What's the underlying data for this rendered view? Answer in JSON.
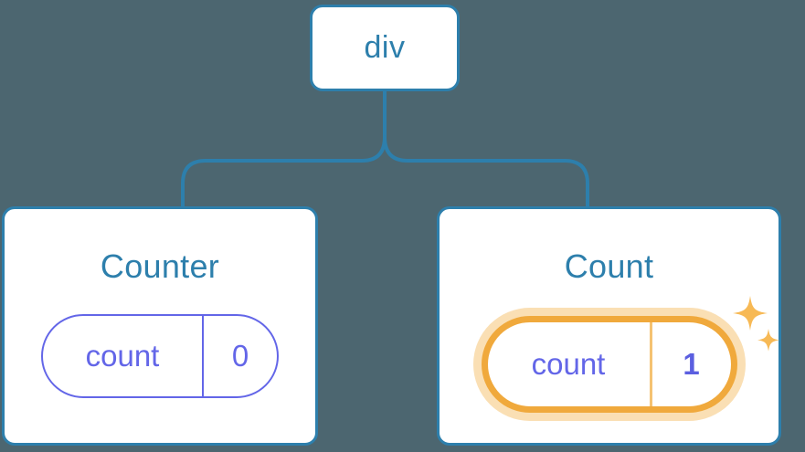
{
  "theme": {
    "background": "#4c6670",
    "node_border": "#2d7fac",
    "node_text": "#2d7fac",
    "connector": "#2d7fac",
    "pill_border": "#6366e8",
    "pill_text": "#6366e8",
    "highlight_border": "#f0a93c",
    "highlight_glow": "#fadfb4",
    "highlight_divider": "#f5c272",
    "value_text": "#5b5fe0",
    "sparkle": "#f7b955"
  },
  "tree": {
    "root": {
      "label": "div",
      "name": "root-node"
    },
    "children": [
      {
        "title": "Counter",
        "state": {
          "key": "count",
          "value": "0"
        },
        "highlighted": false
      },
      {
        "title": "Count",
        "state": {
          "key": "count",
          "value": "1"
        },
        "highlighted": true,
        "sparkle_icons": [
          "sparkle-large",
          "sparkle-small"
        ]
      }
    ]
  }
}
